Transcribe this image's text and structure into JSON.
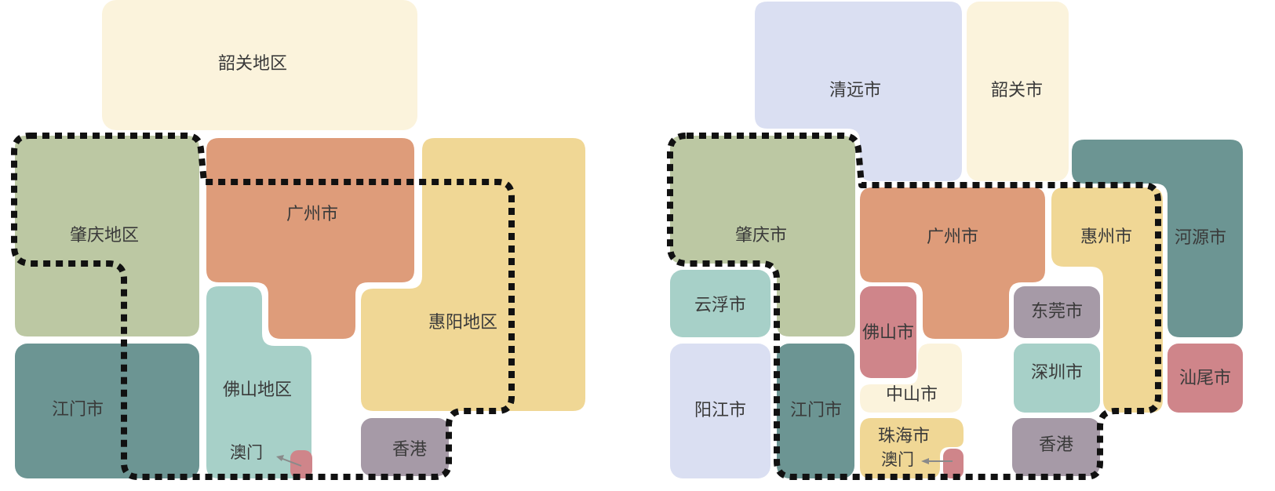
{
  "left_map": {
    "regions": {
      "shaoguan": {
        "label": "韶关地区",
        "color": "#fbf3dc"
      },
      "zhaoqing": {
        "label": "肇庆地区",
        "color": "#bcc8a3"
      },
      "guangzhou": {
        "label": "广州市",
        "color": "#de9c7a"
      },
      "huiyang": {
        "label": "惠阳地区",
        "color": "#f0d795"
      },
      "jiangmen": {
        "label": "江门市",
        "color": "#6c9593"
      },
      "foshan": {
        "label": "佛山地区",
        "color": "#a7d0c8"
      },
      "hongkong": {
        "label": "香港",
        "color": "#a69aa7"
      },
      "macau": {
        "label": "澳门",
        "color": "#cf858a"
      }
    }
  },
  "right_map": {
    "regions": {
      "qingyuan": {
        "label": "清远市",
        "color": "#dadff2"
      },
      "shaoguan": {
        "label": "韶关市",
        "color": "#fbf3dc"
      },
      "heyuan": {
        "label": "河源市",
        "color": "#6c9593"
      },
      "zhaoqing": {
        "label": "肇庆市",
        "color": "#bcc8a3"
      },
      "guangzhou": {
        "label": "广州市",
        "color": "#de9c7a"
      },
      "huizhou": {
        "label": "惠州市",
        "color": "#f0d795"
      },
      "yunfu": {
        "label": "云浮市",
        "color": "#a7d0c8"
      },
      "foshan": {
        "label": "佛山市",
        "color": "#cf858a"
      },
      "dongguan": {
        "label": "东莞市",
        "color": "#a69aa7"
      },
      "shanwei": {
        "label": "汕尾市",
        "color": "#cf858a"
      },
      "yangjiang": {
        "label": "阳江市",
        "color": "#dadff2"
      },
      "jiangmen": {
        "label": "江门市",
        "color": "#6c9593"
      },
      "zhongshan": {
        "label": "中山市",
        "color": "#fbf3dc"
      },
      "shenzhen": {
        "label": "深圳市",
        "color": "#a7d0c8"
      },
      "zhuhai": {
        "label": "珠海市",
        "color": "#f0d795"
      },
      "macau": {
        "label": "澳门",
        "color": "#cf858a"
      },
      "hongkong": {
        "label": "香港",
        "color": "#a69aa7"
      }
    }
  },
  "boundary_color": "#111111",
  "arrow_color": "#8a8a8a",
  "icons": [
    "dashed-boundary",
    "arrow-pointer"
  ]
}
